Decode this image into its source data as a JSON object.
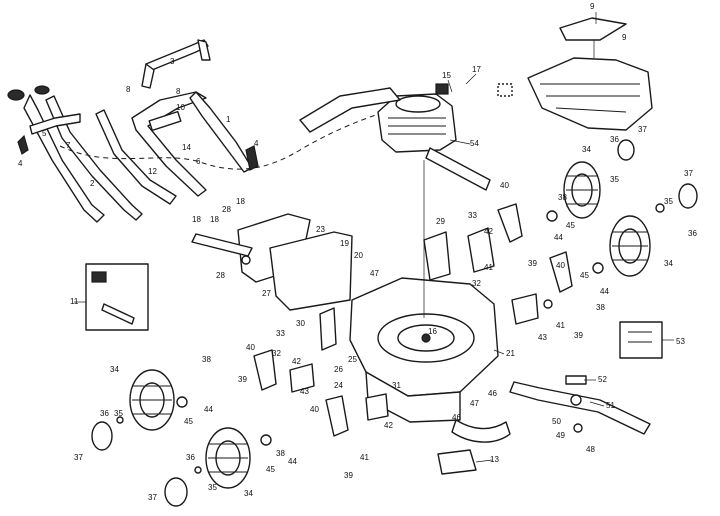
{
  "labels": [
    "1",
    "2",
    "3",
    "4",
    "5",
    "6",
    "7",
    "8",
    "9",
    "10",
    "11",
    "12",
    "13",
    "14",
    "15",
    "16",
    "17",
    "18",
    "19",
    "20",
    "21",
    "23",
    "24",
    "25",
    "26",
    "27",
    "28",
    "29",
    "30",
    "31",
    "32",
    "33",
    "34",
    "35",
    "36",
    "37",
    "38",
    "39",
    "40",
    "41",
    "42",
    "43",
    "44",
    "45",
    "46",
    "47",
    "48",
    "49",
    "50",
    "51",
    "52",
    "53",
    "54"
  ]
}
